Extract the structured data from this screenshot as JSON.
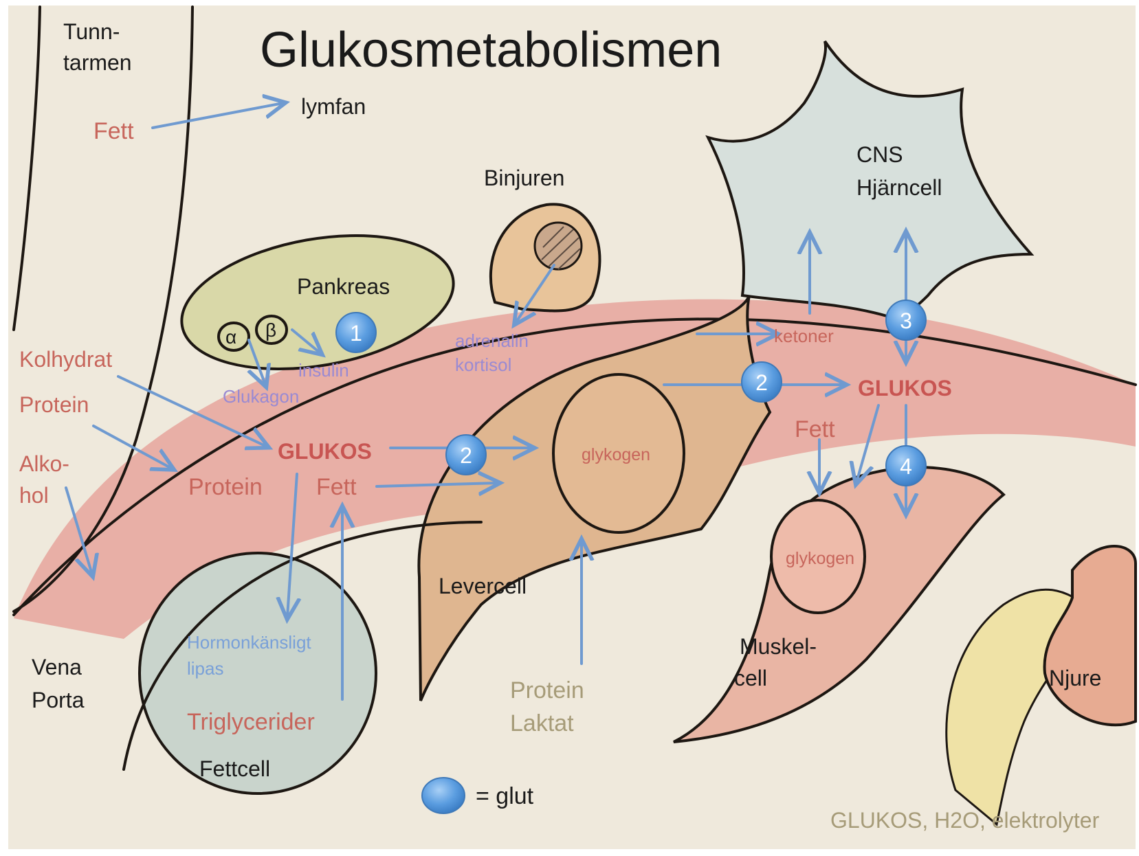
{
  "title": "Glukosmetabolismen",
  "labels": {
    "tunntarmen_1": "Tunn-",
    "tunntarmen_2": "tarmen",
    "fett_top": "Fett",
    "lymfan": "lymfan",
    "binjuren": "Binjuren",
    "cns": "CNS",
    "hjarncell": "Hjärncell",
    "pankreas": "Pankreas",
    "alpha": "α",
    "beta": "β",
    "insulin": "insulin",
    "glukagon": "Glukagon",
    "adrenalin": "adrenalin",
    "kortisol": "kortisol",
    "ketoner": "ketoner",
    "kolhydrat": "Kolhydrat",
    "protein_left": "Protein",
    "alko": "Alko-",
    "hol": "hol",
    "glukos_main": "GLUKOS",
    "protein_mid": "Protein",
    "fett_mid": "Fett",
    "glykogen_liver": "glykogen",
    "glukos_right": "GLUKOS",
    "fett_right": "Fett",
    "glykogen_muscle": "glykogen",
    "levercell": "Levercell",
    "hormonkansligt": "Hormonkänsligt",
    "lipas": "lipas",
    "vena": "Vena",
    "porta": "Porta",
    "triglycerider": "Triglycerider",
    "fettcell": "Fettcell",
    "protein_bottom": "Protein",
    "laktat": "Laktat",
    "muskel": "Muskel-",
    "cell": "cell",
    "njure": "Njure",
    "glut_legend": "= glut",
    "footer": "GLUKOS, H2O, elektrolyter"
  },
  "glut_markers": [
    "1",
    "2",
    "2",
    "3",
    "4"
  ],
  "colors": {
    "paper": "#efe9dc",
    "vessel": "#e6a59c",
    "liver": "#dfb690",
    "pancreas": "#d9d8a8",
    "adrenal": "#e8c49a",
    "brain": "#d7e0dc",
    "fat_cell": "#c9d4cc",
    "kidney": "#e7ab92",
    "ureter": "#efe2a6",
    "glut": "#5b9de0",
    "arrow": "#6f9ad0"
  }
}
